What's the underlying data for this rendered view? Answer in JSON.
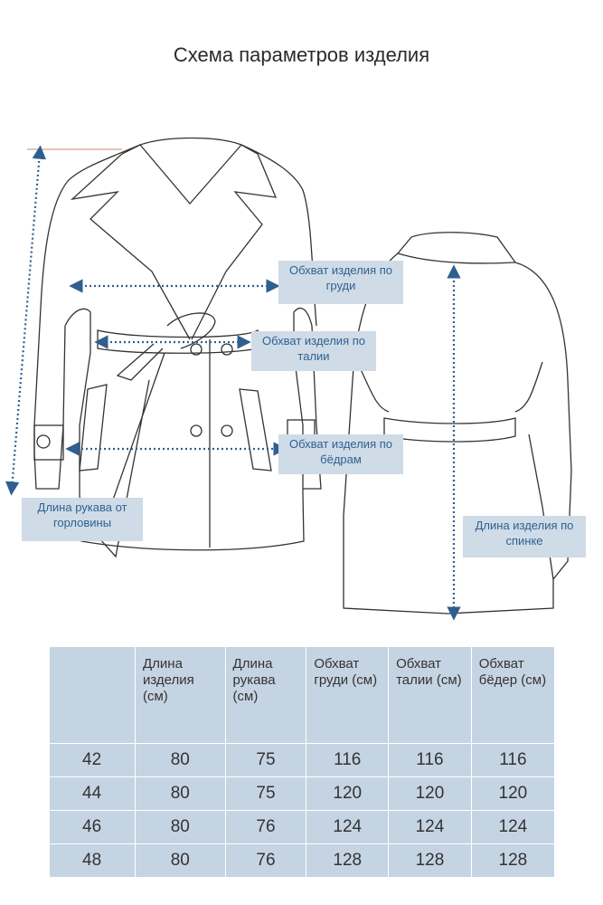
{
  "title": "Схема параметров изделия",
  "labels": {
    "chest": "Обхват изделия по груди",
    "waist": "Обхват изделия по талии",
    "hips": "Обхват изделия по бёдрам",
    "sleeve": "Длина рукава от горловины",
    "back": "Длина изделия по спинке"
  },
  "colors": {
    "arrow": "#2f5f8f",
    "label_bg": "#cfdbe6",
    "table_bg": "#c5d4e2"
  },
  "table": {
    "headers": [
      "",
      "Длина изделия (см)",
      "Длина рукава (см)",
      "Обхват груди (см)",
      "Обхват талии (см)",
      "Обхват бёдер (см)"
    ],
    "rows": [
      [
        "42",
        "80",
        "75",
        "116",
        "116",
        "116"
      ],
      [
        "44",
        "80",
        "75",
        "120",
        "120",
        "120"
      ],
      [
        "46",
        "80",
        "76",
        "124",
        "124",
        "124"
      ],
      [
        "48",
        "80",
        "76",
        "128",
        "128",
        "128"
      ]
    ]
  }
}
